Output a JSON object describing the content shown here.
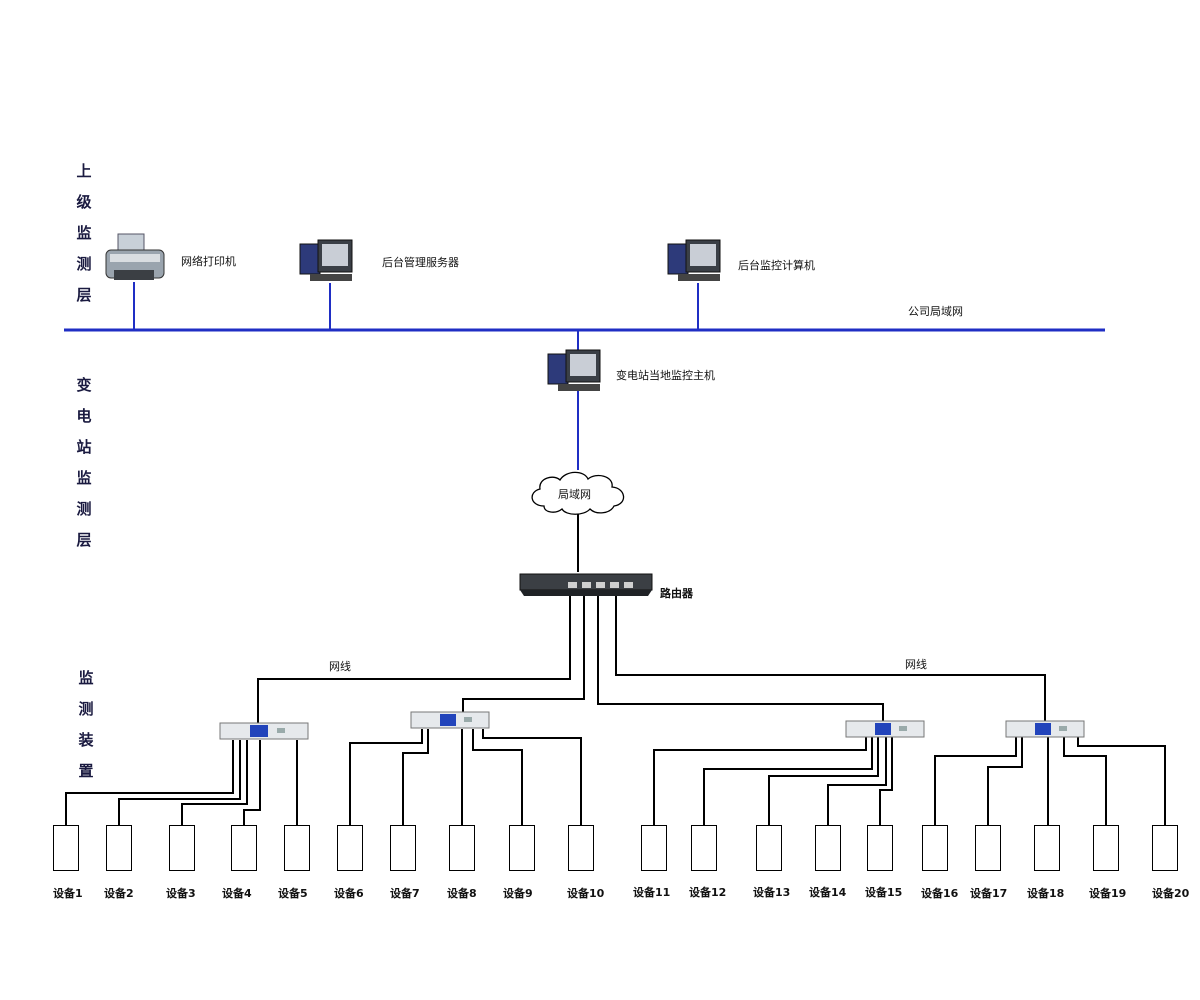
{
  "layers": {
    "upper": "上级监测层",
    "substation": "变电站监测层",
    "monitor": "监测装置"
  },
  "nodes": {
    "printer": "网络打印机",
    "server": "后台管理服务器",
    "monitor_pc": "后台监控计算机",
    "company_lan": "公司局域网",
    "local_host": "变电站当地监控主机",
    "lan_cloud": "局域网",
    "router": "路由器",
    "cable_left": "网线",
    "cable_right": "网线"
  },
  "devices": [
    "设备1",
    "设备2",
    "设备3",
    "设备4",
    "设备5",
    "设备6",
    "设备7",
    "设备8",
    "设备9",
    "设备10",
    "设备11",
    "设备12",
    "设备13",
    "设备14",
    "设备15",
    "设备16",
    "设备17",
    "设备18",
    "设备19",
    "设备20"
  ],
  "colors": {
    "bus": "#1f2ec4",
    "wire": "#000000",
    "link": "#1f2ec4"
  }
}
